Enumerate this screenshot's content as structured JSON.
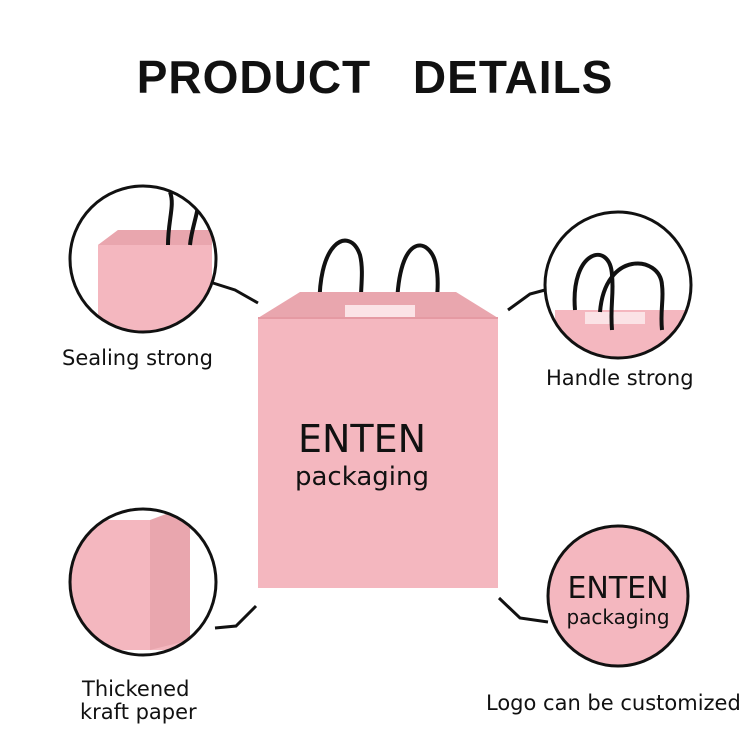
{
  "header": {
    "title": "PRODUCT  DETAILS"
  },
  "bag": {
    "brand": "ENTEN",
    "sub": "packaging"
  },
  "features": {
    "sealing": "Sealing strong",
    "handle": "Handle strong",
    "thickened_line1": "Thickened",
    "thickened_line2": "kraft paper",
    "logo": "Logo can be customized"
  },
  "colors": {
    "bag_pink": "#f4b7bf",
    "handle": "#111111",
    "text": "#111111"
  }
}
